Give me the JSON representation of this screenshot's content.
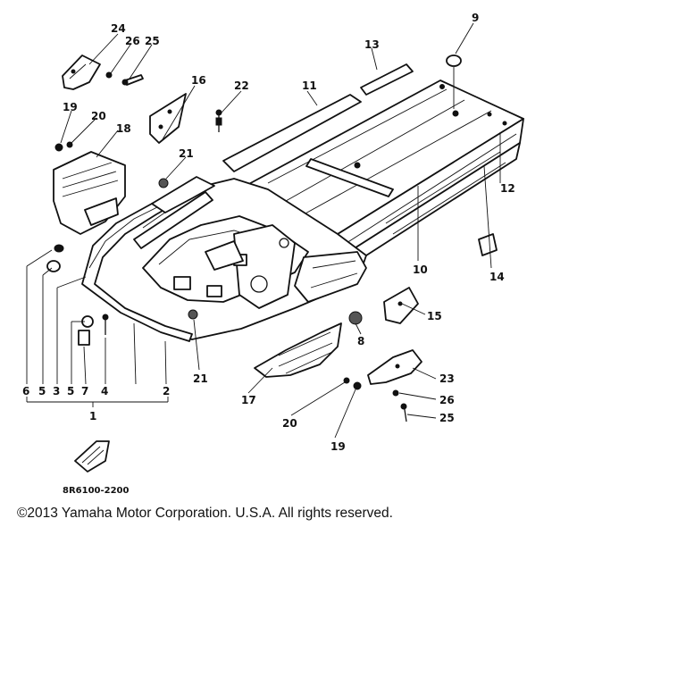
{
  "callouts": {
    "n1": "1",
    "n2": "2",
    "n3": "3",
    "n4": "4",
    "n5a": "5",
    "n5b": "5",
    "n6": "6",
    "n7": "7",
    "n8": "8",
    "n9": "9",
    "n10": "10",
    "n11": "11",
    "n12": "12",
    "n13": "13",
    "n14": "14",
    "n15": "15",
    "n16": "16",
    "n17": "17",
    "n18": "18",
    "n19a": "19",
    "n19b": "19",
    "n20a": "20",
    "n20b": "20",
    "n21a": "21",
    "n21b": "21",
    "n22": "22",
    "n23": "23",
    "n24": "24",
    "n25a": "25",
    "n25b": "25",
    "n26a": "26",
    "n26b": "26"
  },
  "figure_code": "8R6100-2200",
  "copyright": "©2013 Yamaha Motor Corporation. U.S.A. All rights reserved."
}
